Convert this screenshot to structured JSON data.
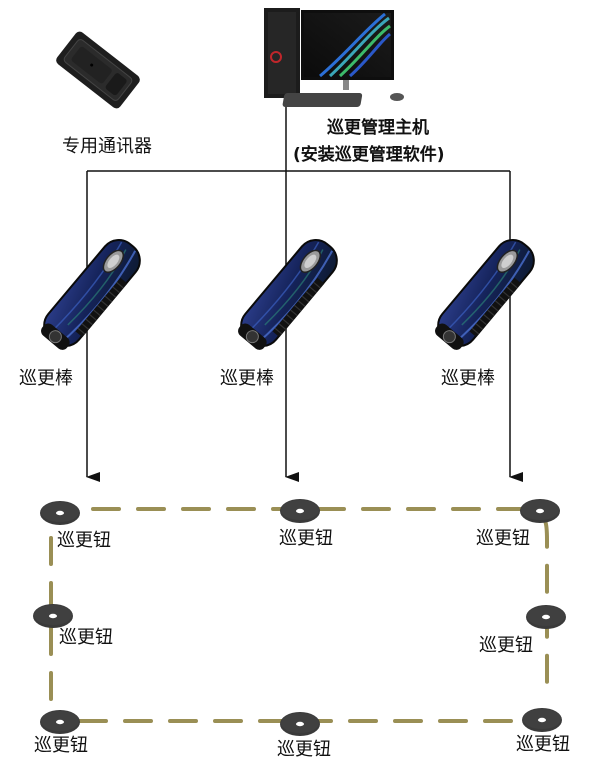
{
  "diagram": {
    "communicator": {
      "label": "专用通讯器",
      "icon": "communicator-device-icon"
    },
    "host": {
      "label_line1": "巡更管理主机",
      "label_line2": "(安装巡更管理软件)",
      "icon": "desktop-computer-icon"
    },
    "wands": [
      {
        "label": "巡更棒",
        "icon": "patrol-wand-icon"
      },
      {
        "label": "巡更棒",
        "icon": "patrol-wand-icon"
      },
      {
        "label": "巡更棒",
        "icon": "patrol-wand-icon"
      }
    ],
    "buttons": [
      {
        "label": "巡更钮",
        "position": "top-left"
      },
      {
        "label": "巡更钮",
        "position": "top-middle"
      },
      {
        "label": "巡更钮",
        "position": "top-right"
      },
      {
        "label": "巡更钮",
        "position": "middle-left"
      },
      {
        "label": "巡更钮",
        "position": "middle-right"
      },
      {
        "label": "巡更钮",
        "position": "bottom-left"
      },
      {
        "label": "巡更钮",
        "position": "bottom-middle"
      },
      {
        "label": "巡更钮",
        "position": "bottom-right"
      }
    ],
    "colors": {
      "connector_line": "#111111",
      "patrol_route": "#9a8f55",
      "button_disc": "#3a3a3a",
      "wand_body": "#1a2a5c",
      "wand_accent": "#2f4fa8"
    }
  }
}
